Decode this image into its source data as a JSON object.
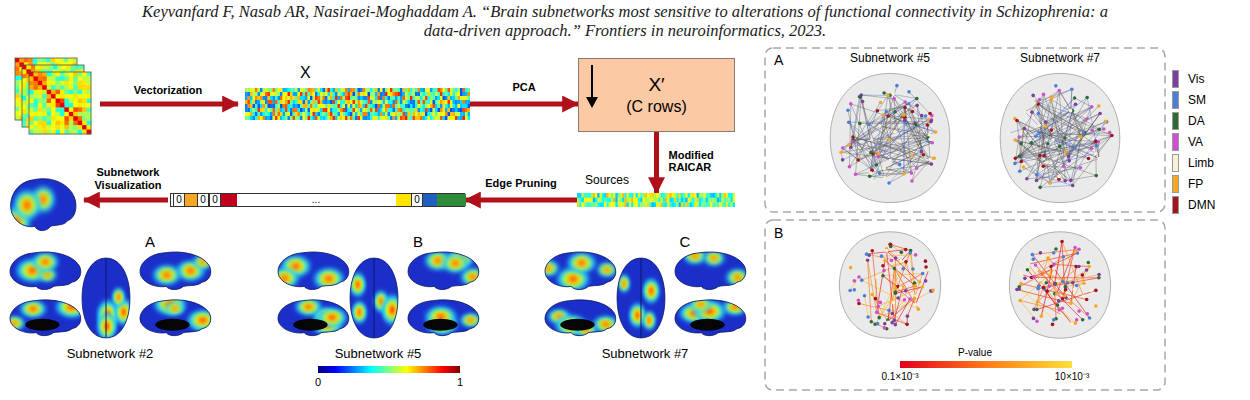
{
  "diagram": {
    "title": "Keyvanfard F, Nasab AR, Nasiraei-Moghaddam A. “Brain subnetworks most sensitive to alterations of functional connectivity in Schizophrenia: a data-driven approach.” Frontiers in neuroinformatics, 2023.",
    "nodes": [
      {
        "text": [
          "X"
        ]
      },
      {
        "text": [
          "X′",
          "(C rows)"
        ]
      },
      {
        "text": [
          "Sources"
        ]
      },
      {
        "text": [
          "0",
          "0",
          "0",
          "...",
          "0"
        ]
      }
    ],
    "edges": [
      {
        "from": 0,
        "to": 1,
        "arrow": "to",
        "label": "PCA"
      },
      {
        "from": 1,
        "to": 2,
        "arrow": "to",
        "label": "Modified RAICAR"
      },
      {
        "from": 2,
        "to": 3,
        "arrow": "to",
        "label": "Edge Pruning"
      }
    ],
    "labels": [
      "Vectorization",
      "Subnetwork Visualization",
      "A",
      "B",
      "C",
      "Subnetwork #2",
      "Subnetwork #5",
      "Subnetwork #7",
      "0",
      "1",
      "A",
      "Subnetwork #5",
      "Subnetwork #7",
      "B",
      "P-value",
      "0.1×10⁻³",
      "10×10⁻³"
    ],
    "legend": [
      {
        "text": "Vis",
        "color": "#7b3f9e"
      },
      {
        "text": "SM",
        "color": "#4a7fd8"
      },
      {
        "text": "DA",
        "color": "#2e6b32"
      },
      {
        "text": "VA",
        "color": "#d04fd0"
      },
      {
        "text": "Limb",
        "color": "#f7f1d8"
      },
      {
        "text": "FP",
        "color": "#f5a623"
      },
      {
        "text": "DMN",
        "color": "#a3141e"
      }
    ]
  }
}
